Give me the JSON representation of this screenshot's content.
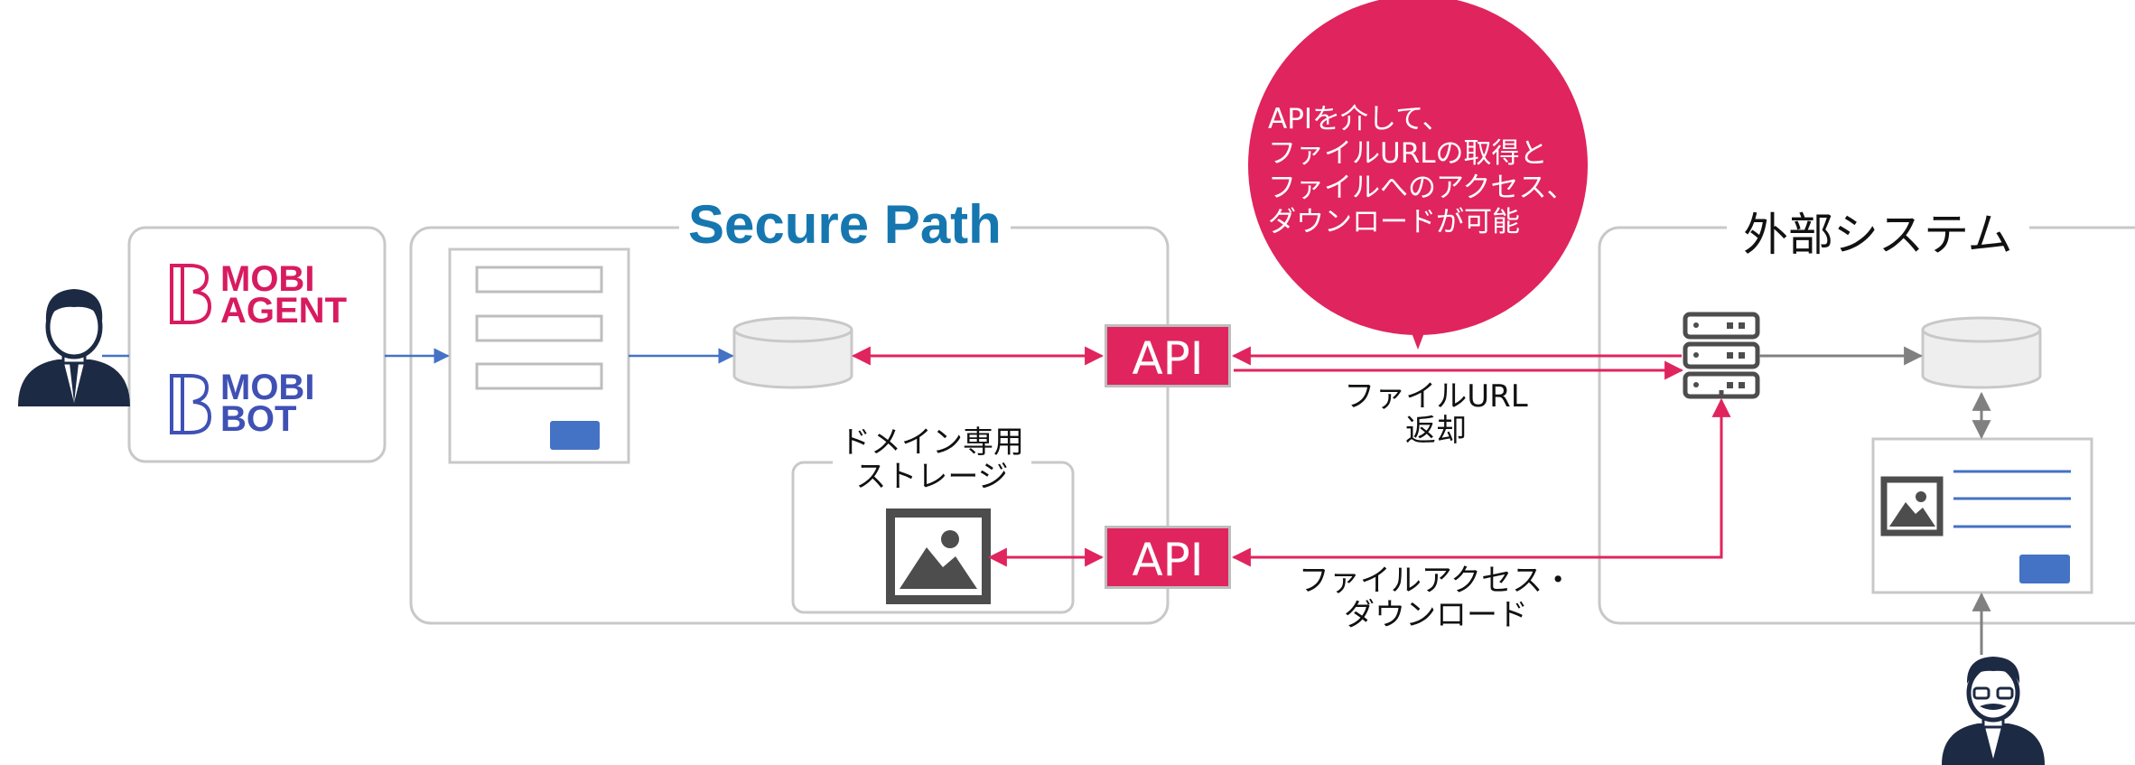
{
  "secure_path": {
    "title": "Secure Path"
  },
  "external_system": {
    "title": "外部システム"
  },
  "logos": {
    "mobi_agent": {
      "line1": "MOBI",
      "line2": "AGENT"
    },
    "mobi_bot": {
      "line1": "MOBI",
      "line2": "BOT"
    }
  },
  "api_boxes": {
    "top": "API",
    "bottom": "API"
  },
  "storage": {
    "label": "ドメイン専用\nストレージ"
  },
  "callout": {
    "text": "APIを介して、\nファイルURLの取得と\nファイルへのアクセス、\nダウンロードが可能"
  },
  "edge_labels": {
    "url_return": "ファイルURL\n返却",
    "file_access": "ファイルアクセス・\nダウンロード"
  },
  "colors": {
    "accent_pink": "#e0245e",
    "flow_blue": "#4472c4",
    "brand_blue": "#1677b0",
    "mobi_agent": "#d81b60",
    "mobi_bot": "#3f51b5",
    "gray": "#808080"
  },
  "icons": {
    "user_left": "person-icon",
    "user_right": "person-with-glasses-icon",
    "server": "server-icon",
    "image": "image-icon",
    "database": "database-icon"
  }
}
